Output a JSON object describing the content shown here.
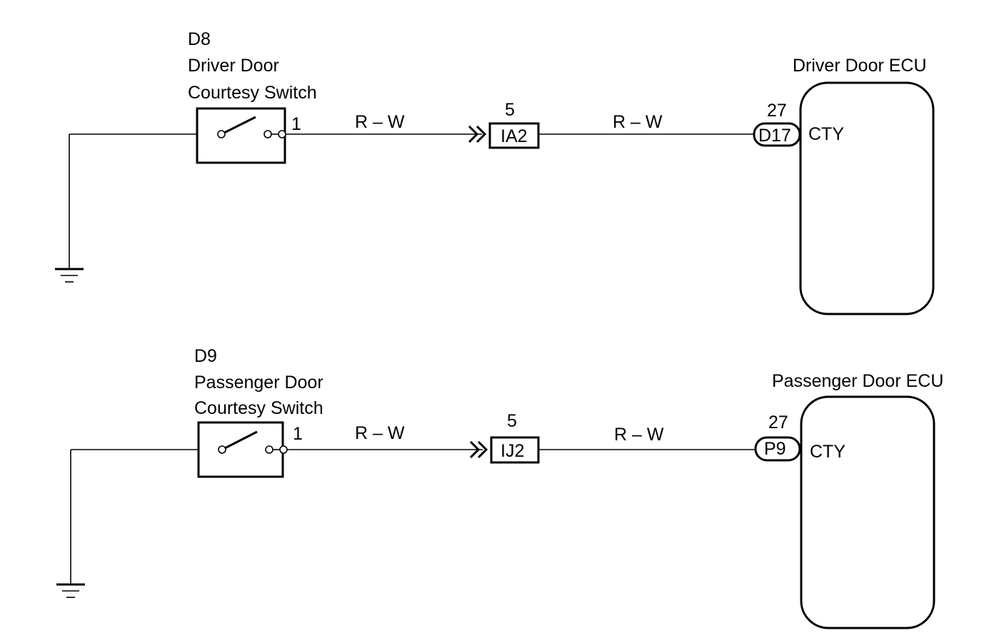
{
  "circuits": [
    {
      "switch": {
        "code": "D8",
        "name_line1": "Driver Door",
        "name_line2": "Courtesy Switch",
        "pin": "1"
      },
      "wire1_color": "R – W",
      "junction": {
        "pin": "5",
        "label": "IA2"
      },
      "wire2_color": "R – W",
      "ecu": {
        "name": "Driver Door ECU",
        "pin": "27",
        "connector": "D17",
        "terminal": "CTY"
      }
    },
    {
      "switch": {
        "code": "D9",
        "name_line1": "Passenger Door",
        "name_line2": "Courtesy Switch",
        "pin": "1"
      },
      "wire1_color": "R – W",
      "junction": {
        "pin": "5",
        "label": "IJ2"
      },
      "wire2_color": "R – W",
      "ecu": {
        "name": "Passenger Door ECU",
        "pin": "27",
        "connector": "P9",
        "terminal": "CTY"
      }
    }
  ]
}
